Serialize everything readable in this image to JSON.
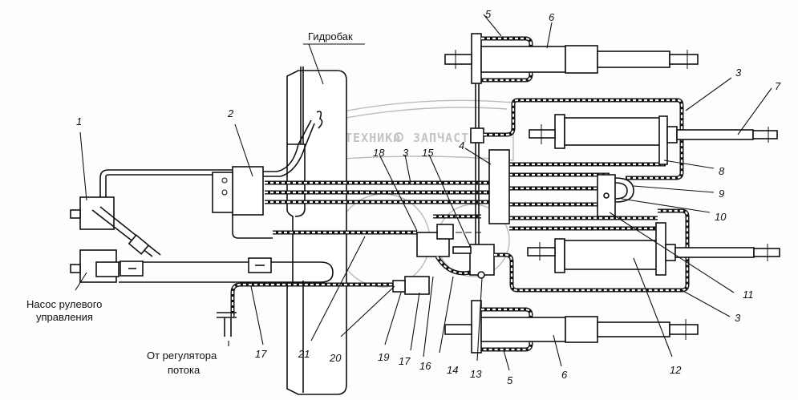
{
  "diagram": {
    "title": "Hydraulic steering system schematic",
    "watermark": {
      "left_text": "ТЕХНИКА",
      "right_text": "ЗАПЧАСТИ",
      "icon": "gear-icon"
    },
    "labels": {
      "tank": "Гидробак",
      "pump_line1": "Насос рулевого",
      "pump_line2": "управления",
      "flow_line1": "От регулятора",
      "flow_line2": "потока"
    },
    "callouts": {
      "c1": "1",
      "c2": "2",
      "c3_top": "3",
      "c3_mid": "3",
      "c3_bottom": "3",
      "c4": "4",
      "c5_top": "5",
      "c5_bottom": "5",
      "c6_top": "6",
      "c6_bottom": "6",
      "c7": "7",
      "c8": "8",
      "c9": "9",
      "c10": "10",
      "c11": "11",
      "c12": "12",
      "c13": "13",
      "c14": "14",
      "c15": "15",
      "c16": "16",
      "c17_left": "17",
      "c17_right": "17",
      "c18": "18",
      "c19": "19",
      "c20": "20",
      "c21": "21"
    }
  }
}
